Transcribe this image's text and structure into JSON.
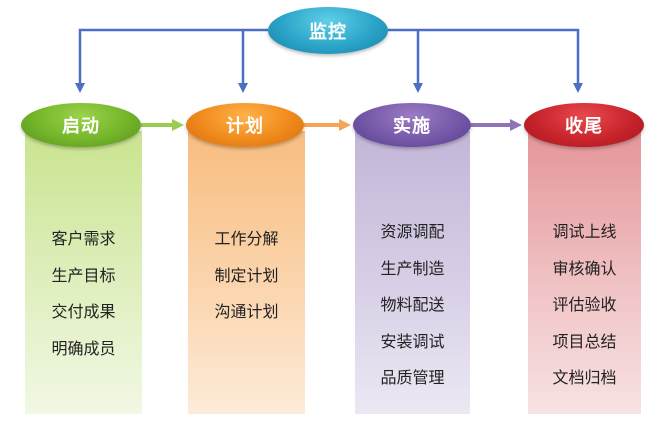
{
  "diagram": {
    "monitor": {
      "label": "监控"
    },
    "phases": [
      {
        "label": "启动",
        "items": [
          "客户需求",
          "生产目标",
          "交付成果",
          "明确成员"
        ]
      },
      {
        "label": "计划",
        "items": [
          "工作分解",
          "制定计划",
          "沟通计划"
        ]
      },
      {
        "label": "实施",
        "items": [
          "资源调配",
          "生产制造",
          "物料配送",
          "安装调试",
          "品质管理"
        ]
      },
      {
        "label": "收尾",
        "items": [
          "调试上线",
          "审核确认",
          "评估验收",
          "项目总结",
          "文档归档"
        ]
      }
    ],
    "colors": {
      "monitor": "#2aa4c8",
      "start": "#74b52a",
      "plan": "#f08a1c",
      "execute": "#7558a8",
      "close": "#c8242b",
      "feedback_line": "#4a6fc4"
    }
  }
}
